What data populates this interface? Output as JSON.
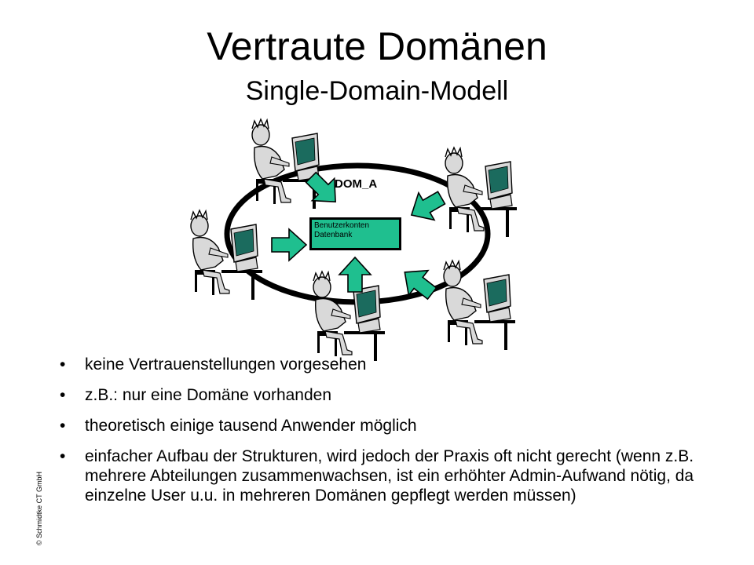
{
  "header": {
    "title": "Vertraute Domänen",
    "subtitle": "Single-Domain-Modell"
  },
  "diagram": {
    "domain_label": "DOM_A",
    "database_label_line1": "Benutzerkonten",
    "database_label_line2": "Datenbank",
    "colors": {
      "arrow_fill": "#1fbf8f",
      "monitor_screen": "#1b6b5e",
      "figure_fill": "#d9d9d9",
      "ring_stroke": "#000000"
    },
    "icons": [
      "user-workstation-icon",
      "arrow-icon",
      "database-box"
    ]
  },
  "bullets": [
    "keine Vertrauenstellungen vorgesehen",
    "z.B.: nur eine Domäne vorhanden",
    "theoretisch einige tausend Anwender möglich",
    "einfacher Aufbau der Strukturen, wird jedoch der Praxis oft nicht gerecht (wenn z.B. mehrere Abteilungen zusammenwachsen, ist ein erhöhter Admin-Aufwand nötig, da einzelne User u.u. in mehreren Domänen gepflegt werden müssen)"
  ],
  "bullet_symbol": "•",
  "footer": {
    "copyright": "© Schmidtke CT GmbH"
  }
}
